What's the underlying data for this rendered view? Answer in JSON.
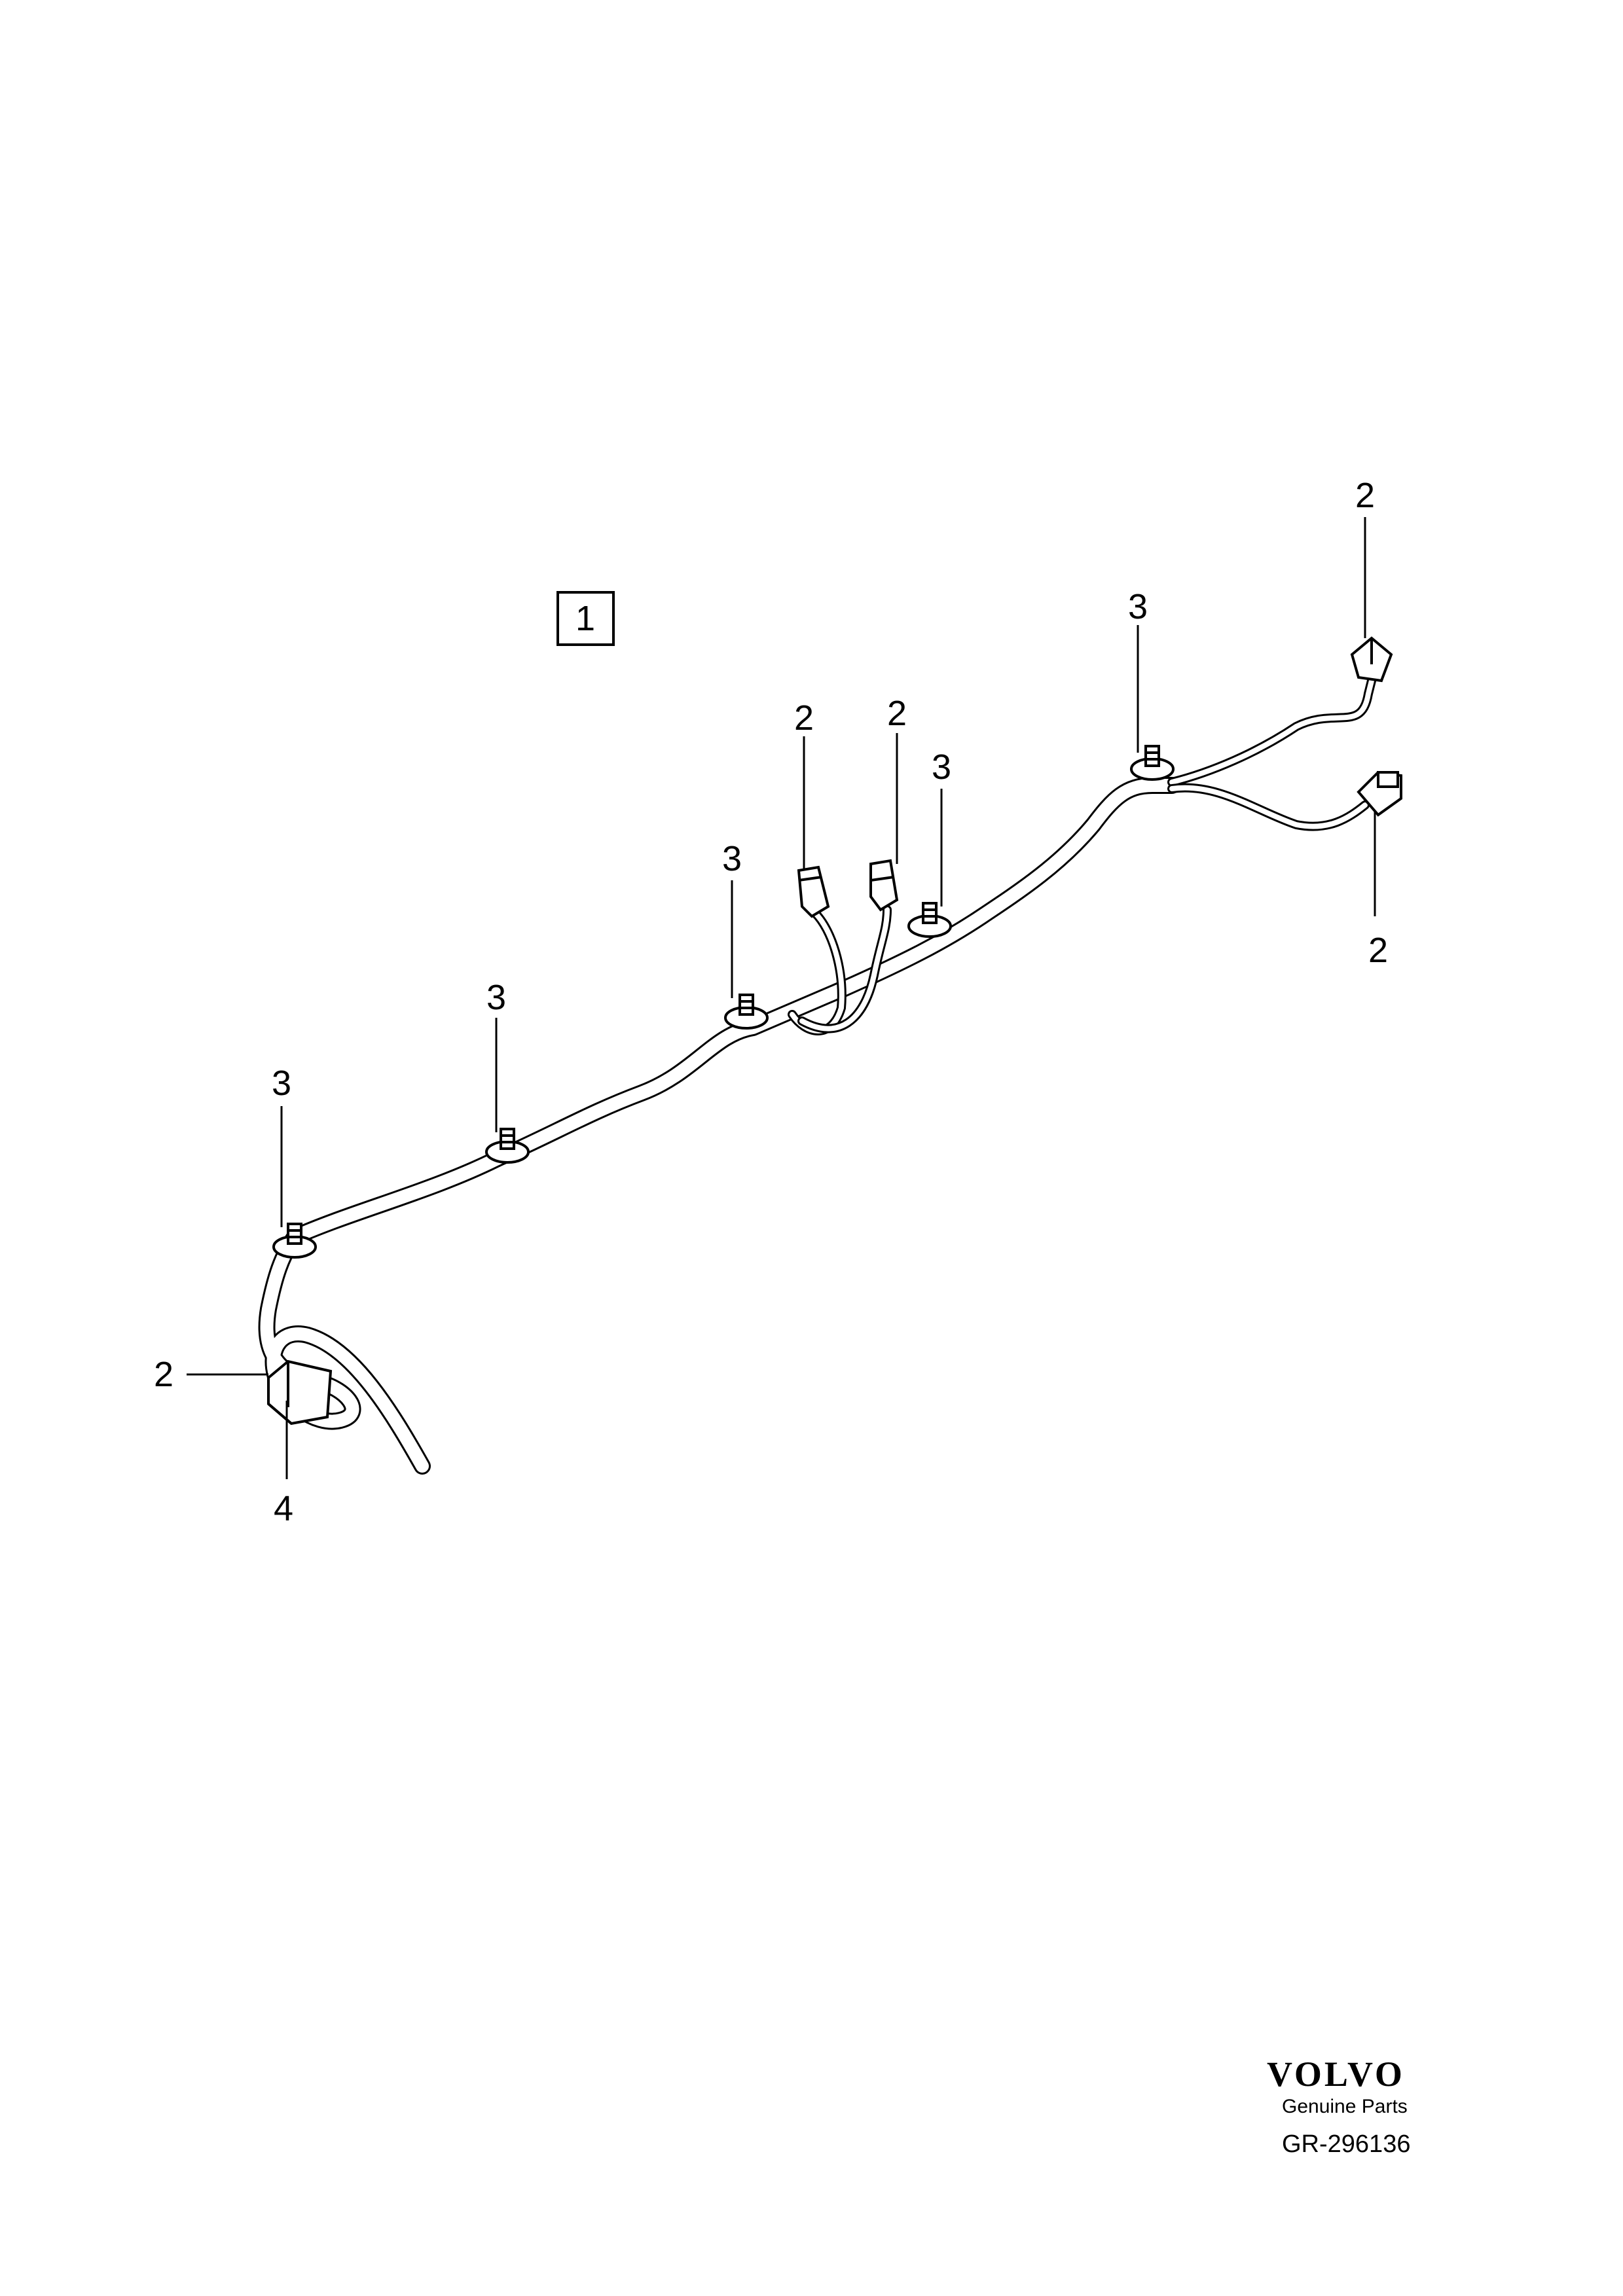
{
  "diagram": {
    "callouts": {
      "main_assembly": "1",
      "connector_top_right": "2",
      "connector_right": "2",
      "connector_mid_a": "2",
      "connector_mid_b": "2",
      "connector_left": "2",
      "clip_right": "3",
      "clip_mid_right": "3",
      "clip_mid": "3",
      "clip_mid_left": "3",
      "clip_left": "3",
      "grommet": "4"
    }
  },
  "footer": {
    "brand": "VOLVO",
    "tagline": "Genuine Parts",
    "drawing_id": "GR-296136"
  }
}
